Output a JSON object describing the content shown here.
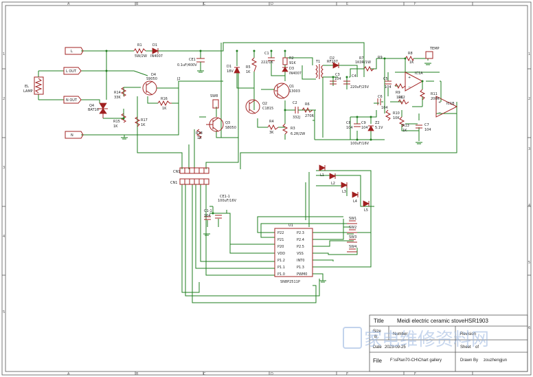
{
  "title_block": {
    "title_label": "Title",
    "title": "Meidi  electric ceramic stoveHSR1903",
    "size_label": "Size",
    "size_value": "B",
    "number_label": "Number",
    "revision_label": "Revision",
    "date_label": "Date",
    "date": "2023-09-25",
    "sheet_label": "Sheet",
    "sheet_of": "of",
    "file_label": "File",
    "file": "F:\\sPlan70-CH\\Chart gallery",
    "drawn_label": "Drawn By",
    "drawn_by": "zouzhengjun"
  },
  "border": {
    "cols": [
      "A",
      "B",
      "C",
      "D",
      "E",
      "F"
    ],
    "rows": [
      "1",
      "2",
      "3",
      "4",
      "5",
      "6"
    ]
  },
  "watermark": "家电维修资料网",
  "terminals": {
    "L": "L",
    "N": "N",
    "lout": "L OUT",
    "nout": "N OUT"
  },
  "components": {
    "el": "EL",
    "el2": "LAMP",
    "r1": "R1",
    "r1v": "5W/2W",
    "d1": "D1",
    "d1v": "IN4007",
    "ce1": "CE1",
    "ce1v": "0.1uF/400V",
    "d4": "D4",
    "d4v": "S9050",
    "q4": "Q4",
    "q4v": "BAT16",
    "r14": "R14",
    "r14v": "33K",
    "r15": "R15",
    "r15v": "1K",
    "r16": "R16",
    "r16v": "1K",
    "r17": "R17",
    "r17v": "1K",
    "r18": "R18",
    "r18v": "1K",
    "q3": "Q3",
    "q3v": "S8050",
    "sw": "SW8",
    "d1b": "D1",
    "d1bv": "18V",
    "r5": "R5",
    "r5v": "1K",
    "c1": "C1",
    "c1v": "222/1K",
    "r2": "R2",
    "r2v": "91K",
    "d3": "D3",
    "d3v": "IN4007",
    "q1": "Q1",
    "q1v": "13003",
    "q2": "Q2",
    "q2v": "C1815",
    "r4": "R4",
    "r4v": "3K",
    "c2": "C2",
    "c2v": "332J",
    "r6": "R6",
    "r6v": "270R",
    "r3": "R3",
    "r3v": "6.2R/2W",
    "t1": "T1",
    "d2": "D2",
    "d2v": "RF107",
    "c3": "C3",
    "c3v": "104",
    "c4": "C4",
    "c4v": "220uF/25V",
    "r7": "R7",
    "r7v": "1K0R/1W",
    "c8": "C8",
    "c8v": "104",
    "c9": "C9",
    "c9v": "104",
    "c5": "CE3",
    "c5v": "100uF/16V",
    "z2": "Z2",
    "z2v": "5.1V",
    "ic1a": "IC1A",
    "ic1b": "IC1B",
    "r8": "R8",
    "r8v": "1K",
    "r9": "R9",
    "r9v": "10K",
    "r10": "R10",
    "r10v": "10K",
    "r11": "R11",
    "r11v": "200K",
    "r12": "R12",
    "r12v": "10K",
    "r13": "R13",
    "r13v": "1K",
    "c6": "C6",
    "c6v": "104",
    "c7": "C7",
    "c7v": "104",
    "temp": "TEMP",
    "cn1": "CN1",
    "cn2": "CN1",
    "cc1": "C1-1",
    "cc1v": "104",
    "ce2": "CE1-1",
    "ce2v": "100uF/16V",
    "u1": "U1",
    "u1v": "SN8P2511P",
    "l1": "L1",
    "l2": "L2",
    "l3": "L3",
    "l4": "L4",
    "l5": "L5",
    "sw1": "SW1",
    "sw2": "SW2",
    "sw3": "SW3",
    "sw4": "SW4"
  },
  "u1_pins_left": [
    "P22",
    "P21",
    "P20",
    "VDD",
    "P1.2",
    "P1.1",
    "P1.0"
  ],
  "u1_pins_right": [
    "P2.3",
    "P2.4",
    "P2.5",
    "VSS",
    "INT0",
    "P1.3",
    "PWM0"
  ]
}
